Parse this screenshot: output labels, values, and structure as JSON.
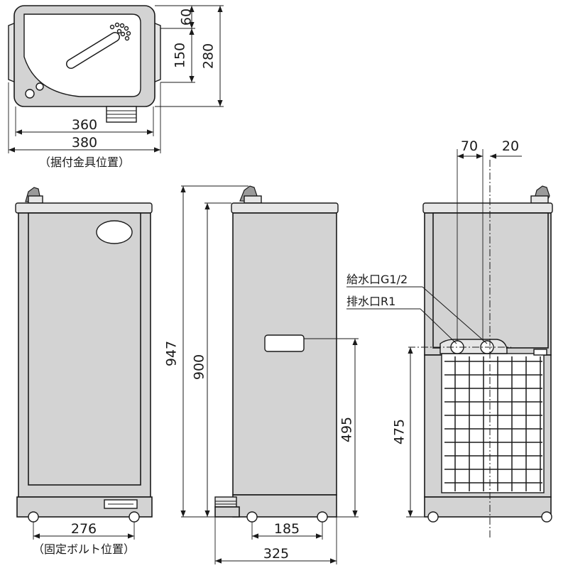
{
  "top_view": {
    "dim_60": "60",
    "dim_150": "150",
    "dim_280": "280",
    "dim_360": "360",
    "dim_380": "380",
    "note": "（据付金具位置）"
  },
  "front_view": {
    "dim_276": "276",
    "note": "（固定ボルト位置）"
  },
  "side_view": {
    "dim_947": "947",
    "dim_900": "900",
    "dim_495": "495",
    "dim_185": "185",
    "dim_325": "325"
  },
  "rear_view": {
    "dim_70": "70",
    "dim_20": "20",
    "dim_475": "475",
    "label_supply": "給水口G1/2",
    "label_drain": "排水口R1"
  }
}
